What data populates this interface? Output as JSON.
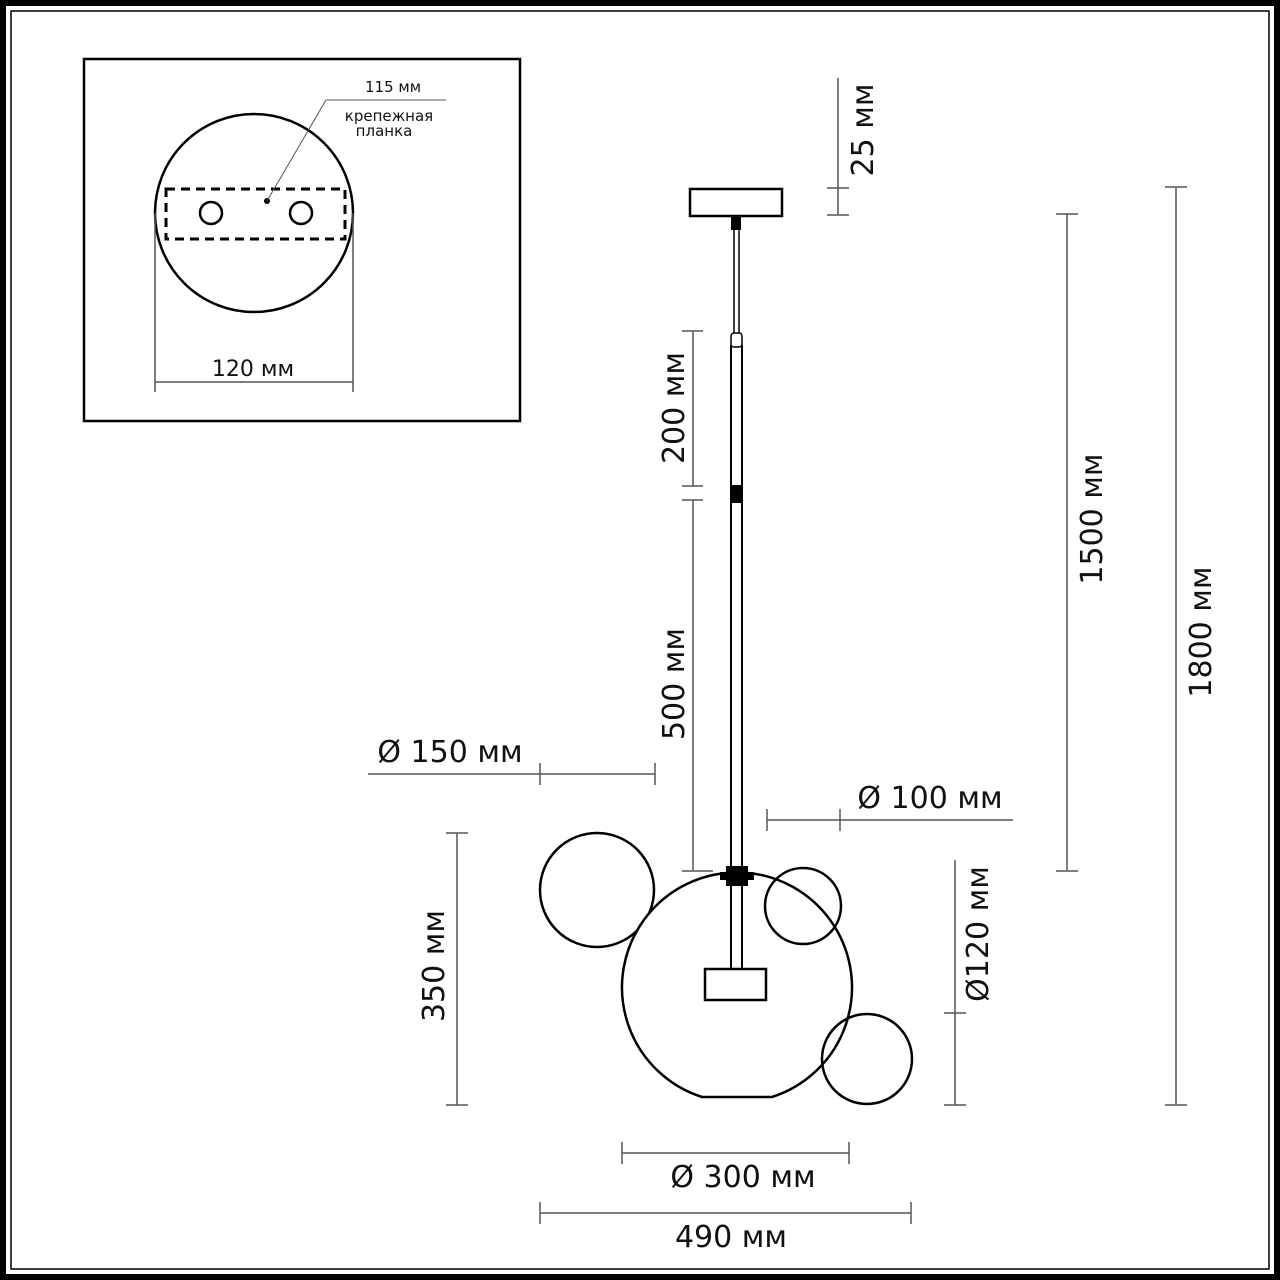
{
  "inset": {
    "plate_label_size": "115 мм",
    "plate_label_line1": "крепежная",
    "plate_label_line2": "планка",
    "canopy_width": "120 мм"
  },
  "dimensions": {
    "canopy_height": "25 мм",
    "rod_segment_top": "200 мм",
    "rod_segment_bottom": "500 мм",
    "suspension_length": "1500 мм",
    "total_height": "1800 мм",
    "large_side_sphere": "Ø 150 мм",
    "small_sphere": "Ø 100 мм",
    "medium_sphere": "Ø120 мм",
    "main_sphere_height": "350 мм",
    "main_sphere_diameter": "Ø 300 мм",
    "overall_width": "490 мм"
  },
  "colors": {
    "line": "#000000",
    "dimension_line": "#555555",
    "background": "#ffffff"
  }
}
